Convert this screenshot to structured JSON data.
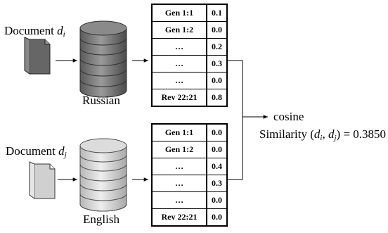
{
  "russian": {
    "doc_label": "Document",
    "doc_var": "d",
    "doc_sub": "i",
    "corpus_label": "Russian",
    "rows": [
      {
        "key": "Gen 1:1",
        "val": "0.1"
      },
      {
        "key": "Gen 1:2",
        "val": "0.0"
      },
      {
        "key": "…",
        "val": "0.2"
      },
      {
        "key": "…",
        "val": "0.3"
      },
      {
        "key": "…",
        "val": "0.0"
      },
      {
        "key": "Rev 22:21",
        "val": "0.8"
      }
    ],
    "colors": {
      "doc": "#666666",
      "db": "#7a7a7a",
      "db_edge": "#333333"
    }
  },
  "english": {
    "doc_label": "Document",
    "doc_var": "d",
    "doc_sub": "j",
    "corpus_label": "English",
    "rows": [
      {
        "key": "Gen 1:1",
        "val": "0.0"
      },
      {
        "key": "Gen 1:2",
        "val": "0.0"
      },
      {
        "key": "…",
        "val": "0.4"
      },
      {
        "key": "…",
        "val": "0.3"
      },
      {
        "key": "…",
        "val": "0.0"
      },
      {
        "key": "Rev 22:21",
        "val": "0.0"
      }
    ],
    "colors": {
      "doc": "#d0d0d0",
      "db": "#d4d4d4",
      "db_edge": "#555555"
    }
  },
  "result": {
    "cosine_label": "cosine",
    "similarity_prefix": "Similarity (",
    "var1": "d",
    "sub1": "i",
    "separator": ", ",
    "var2": "d",
    "sub2": "j",
    "similarity_suffix": ") = 0.3850"
  }
}
